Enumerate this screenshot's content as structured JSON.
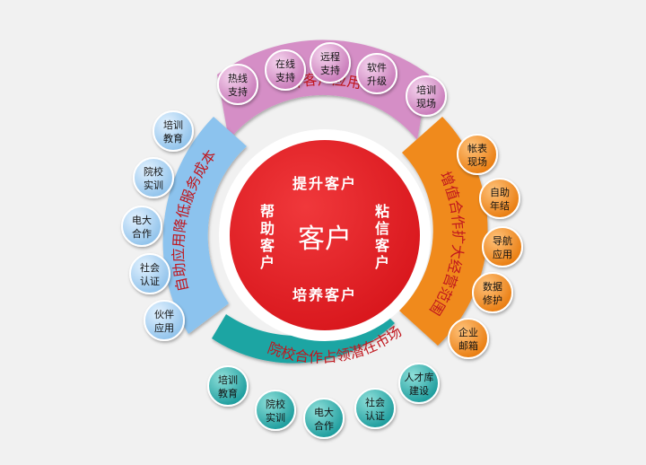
{
  "center": {
    "title": "客户",
    "top": "提升客户",
    "left": "帮助客户",
    "right": "粘信客户",
    "bottom": "培养客户"
  },
  "segments": {
    "top": {
      "title": "升客户应用",
      "color": "#d58ec6",
      "items": [
        [
          "热线",
          "支持"
        ],
        [
          "在线",
          "支持"
        ],
        [
          "远程",
          "支持"
        ],
        [
          "软件",
          "升级"
        ],
        [
          "培训",
          "现场"
        ]
      ]
    },
    "right": {
      "title": "增值合作扩大经营范围",
      "color": "#f08a1c",
      "items": [
        [
          "帐表",
          "现场"
        ],
        [
          "自助",
          "年结"
        ],
        [
          "导航",
          "应用"
        ],
        [
          "数据",
          "修护"
        ],
        [
          "企业",
          "邮箱"
        ]
      ]
    },
    "bottom": {
      "title": "院校合作占领潜在市场",
      "color": "#1aa5a3",
      "items": [
        [
          "培训",
          "教育"
        ],
        [
          "院校",
          "实训"
        ],
        [
          "电大",
          "合作"
        ],
        [
          "社会",
          "认证"
        ],
        [
          "人才库",
          "建设"
        ]
      ]
    },
    "left": {
      "title": "自助应用降低服务成本",
      "color": "#8cc3ee",
      "items": [
        [
          "培训",
          "教育"
        ],
        [
          "院校",
          "实训"
        ],
        [
          "电大",
          "合作"
        ],
        [
          "社会",
          "认证"
        ],
        [
          "伙伴",
          "应用"
        ]
      ]
    }
  },
  "colors": {
    "center_fill": "#e8232a",
    "center_text": "#ffffff",
    "ring": "#ffffff",
    "label_text": "#c0171e",
    "bubble_text": "#111111"
  }
}
